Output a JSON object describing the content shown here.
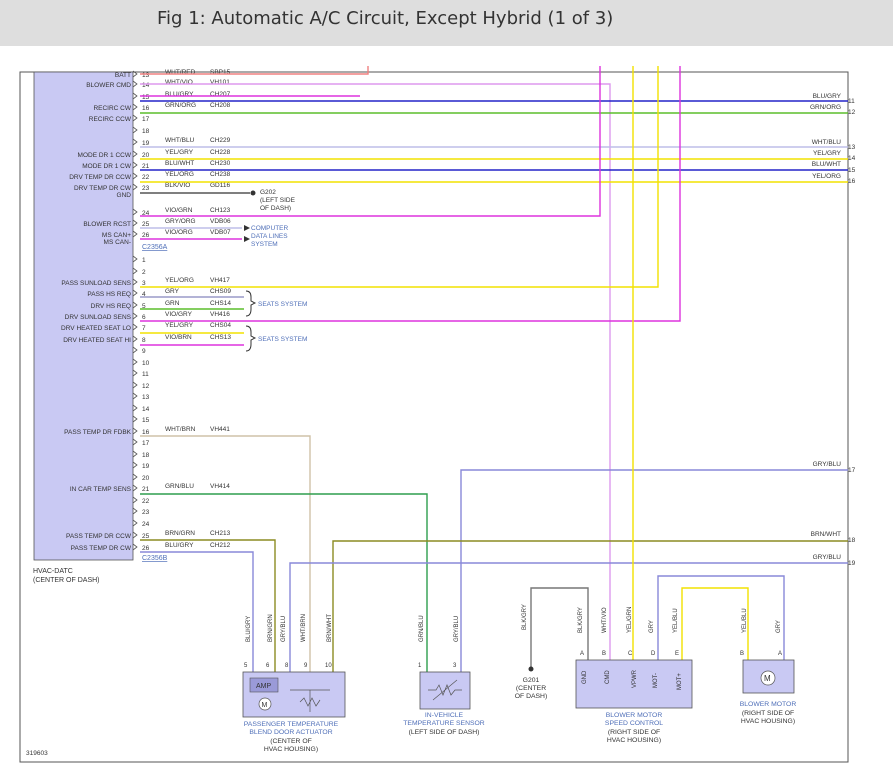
{
  "title": "Fig 1: Automatic A/C Circuit, Except Hybrid (1 of 3)",
  "figure_id": "319603",
  "colors": {
    "module_fill": "#c9c9f3",
    "frame": "#555555",
    "text": "#333333",
    "label_blue": "#4f6fb8",
    "salmon": "#f08080",
    "blue": "#2323c8",
    "green": "#5cbd2c",
    "lavender": "#bdbde8",
    "yellow": "#f2e200",
    "violet": "#dd33dd",
    "gray": "#9a9ac8",
    "tan": "#cfc2a8",
    "lavblue": "#8888d8",
    "olive": "#8c8c22",
    "dkgreen": "#2e9e4e",
    "dkgray": "#777777",
    "violet_light": "#dd99ee"
  },
  "module": {
    "name": "HVAC-DATC",
    "location": "(CENTER OF DASH)",
    "connector_a": "C2356A",
    "connector_b": "C2356B"
  },
  "pins": [
    {
      "num": "13",
      "func": "BATT",
      "wire": "WHT/RED",
      "circuit": "SBP15"
    },
    {
      "num": "14",
      "func": "BLOWER CMD",
      "wire": "WHT/VIO",
      "circuit": "VH101"
    },
    {
      "num": "15",
      "func": "",
      "wire": "BLU/GRY",
      "circuit": "CH207"
    },
    {
      "num": "16",
      "func": "RECIRC CW",
      "wire": "GRN/ORG",
      "circuit": "CH208"
    },
    {
      "num": "17",
      "func": "RECIRC CCW",
      "wire": "",
      "circuit": ""
    },
    {
      "num": "18",
      "func": "",
      "wire": "",
      "circuit": ""
    },
    {
      "num": "19",
      "func": "",
      "wire": "WHT/BLU",
      "circuit": "CH229"
    },
    {
      "num": "20",
      "func": "MODE DR 1 CCW",
      "wire": "YEL/GRY",
      "circuit": "CH228"
    },
    {
      "num": "21",
      "func": "MODE DR 1 CW",
      "wire": "BLU/WHT",
      "circuit": "CH230"
    },
    {
      "num": "22",
      "func": "DRV TEMP DR CCW",
      "wire": "YEL/ORG",
      "circuit": "CH238"
    },
    {
      "num": "23",
      "func": "DRV TEMP DR CW",
      "wire": "BLK/VIO",
      "circuit": "GD116"
    },
    {
      "num": "",
      "func": "GND",
      "wire": "",
      "circuit": ""
    },
    {
      "num": "24",
      "func": "",
      "wire": "VIO/GRN",
      "circuit": "CH123"
    },
    {
      "num": "25",
      "func": "BLOWER RCST",
      "wire": "GRY/ORG",
      "circuit": "VDB06"
    },
    {
      "num": "26",
      "func": "MS CAN+",
      "wire": "VIO/ORG",
      "circuit": "VDB07"
    },
    {
      "num": "",
      "func": "MS CAN-",
      "wire": "",
      "circuit": ""
    },
    {
      "num": "1",
      "func": "",
      "wire": "",
      "circuit": ""
    },
    {
      "num": "2",
      "func": "",
      "wire": "",
      "circuit": ""
    },
    {
      "num": "3",
      "func": "PASS SUNLOAD SENS",
      "wire": "YEL/ORG",
      "circuit": "VH417"
    },
    {
      "num": "4",
      "func": "PASS HS REQ",
      "wire": "GRY",
      "circuit": "CHS09"
    },
    {
      "num": "5",
      "func": "DRV HS REQ",
      "wire": "GRN",
      "circuit": "CHS14"
    },
    {
      "num": "6",
      "func": "DRV SUNLOAD SENS",
      "wire": "VIO/GRY",
      "circuit": "VH416"
    },
    {
      "num": "7",
      "func": "DRV HEATED SEAT LO",
      "wire": "YEL/GRY",
      "circuit": "CHS04"
    },
    {
      "num": "8",
      "func": "DRV HEATED SEAT HI",
      "wire": "VIO/BRN",
      "circuit": "CHS13"
    },
    {
      "num": "9",
      "func": "",
      "wire": "",
      "circuit": ""
    },
    {
      "num": "10",
      "func": "",
      "wire": "",
      "circuit": ""
    },
    {
      "num": "11",
      "func": "",
      "wire": "",
      "circuit": ""
    },
    {
      "num": "12",
      "func": "",
      "wire": "",
      "circuit": ""
    },
    {
      "num": "13",
      "func": "",
      "wire": "",
      "circuit": ""
    },
    {
      "num": "14",
      "func": "",
      "wire": "",
      "circuit": ""
    },
    {
      "num": "15",
      "func": "",
      "wire": "",
      "circuit": ""
    },
    {
      "num": "16",
      "func": "PASS TEMP DR FDBK",
      "wire": "WHT/BRN",
      "circuit": "VH441"
    },
    {
      "num": "17",
      "func": "",
      "wire": "",
      "circuit": ""
    },
    {
      "num": "18",
      "func": "",
      "wire": "",
      "circuit": ""
    },
    {
      "num": "19",
      "func": "",
      "wire": "",
      "circuit": ""
    },
    {
      "num": "20",
      "func": "",
      "wire": "",
      "circuit": ""
    },
    {
      "num": "21",
      "func": "IN CAR TEMP SENS",
      "wire": "GRN/BLU",
      "circuit": "VH414"
    },
    {
      "num": "22",
      "func": "",
      "wire": "",
      "circuit": ""
    },
    {
      "num": "23",
      "func": "",
      "wire": "",
      "circuit": ""
    },
    {
      "num": "24",
      "func": "",
      "wire": "",
      "circuit": ""
    },
    {
      "num": "25",
      "func": "PASS TEMP DR CCW",
      "wire": "BRN/GRN",
      "circuit": "CH213"
    },
    {
      "num": "26",
      "func": "PASS TEMP DR CW",
      "wire": "BLU/GRY",
      "circuit": "CH212"
    }
  ],
  "right_labels": [
    {
      "wire": "BLU/GRY",
      "ref": "11"
    },
    {
      "wire": "GRN/ORG",
      "ref": "12"
    },
    {
      "wire": "WHT/BLU",
      "ref": "13"
    },
    {
      "wire": "YEL/GRY",
      "ref": "14"
    },
    {
      "wire": "BLU/WHT",
      "ref": "15"
    },
    {
      "wire": "YEL/ORG",
      "ref": "16"
    },
    {
      "wire": "GRY/BLU",
      "ref": "17"
    },
    {
      "wire": "BRN/WHT",
      "ref": "18"
    },
    {
      "wire": "GRY/BLU",
      "ref": "19"
    }
  ],
  "annotations": {
    "g202": "G202",
    "g202_loc1": "(LEFT SIDE",
    "g202_loc2": "OF DASH)",
    "cdl1": "COMPUTER",
    "cdl2": "DATA LINES",
    "cdl3": "SYSTEM",
    "seats1": "SEATS SYSTEM",
    "seats2": "SEATS SYSTEM"
  },
  "components": {
    "blend": {
      "name1": "PASSENGER TEMPERATURE",
      "name2": "BLEND DOOR ACTUATOR",
      "loc1": "(CENTER OF",
      "loc2": "HVAC HOUSING)",
      "amp": "AMP",
      "motor": "M",
      "pins": [
        {
          "num": "5",
          "wire": "BLU/GRY"
        },
        {
          "num": "6",
          "wire": "BRN/GRN"
        },
        {
          "num": "8",
          "wire": "GRY/BLU"
        },
        {
          "num": "9",
          "wire": "WHT/BRN"
        },
        {
          "num": "10",
          "wire": "BRN/WHT"
        }
      ]
    },
    "invehicle": {
      "name1": "IN-VEHICLE",
      "name2": "TEMPERATURE SENSOR",
      "loc1": "(LEFT SIDE OF DASH)",
      "pins": [
        {
          "num": "1",
          "wire": "GRN/BLU"
        },
        {
          "num": "3",
          "wire": "GRY/BLU"
        }
      ]
    },
    "g201": {
      "name": "G201",
      "loc1": "(CENTER",
      "loc2": "OF DASH)",
      "wire": "BLK/GRY"
    },
    "speed": {
      "name1": "BLOWER MOTOR",
      "name2": "SPEED CONTROL",
      "loc1": "(RIGHT SIDE OF",
      "loc2": "HVAC HOUSING)",
      "pins": [
        {
          "letter": "A",
          "func": "GND",
          "wire": "BLK/GRY"
        },
        {
          "letter": "B",
          "func": "CMD",
          "wire": "WHT/VIO"
        },
        {
          "letter": "C",
          "func": "VPWR",
          "wire": "YEL/GRN"
        },
        {
          "letter": "D",
          "func": "MOT-",
          "wire": "GRY"
        },
        {
          "letter": "E",
          "func": "MOT+",
          "wire": "YEL/BLU"
        }
      ]
    },
    "motor": {
      "name1": "BLOWER MOTOR",
      "loc1": "(RIGHT SIDE OF",
      "loc2": "HVAC HOUSING)",
      "symbol": "M",
      "pins": [
        {
          "letter": "B",
          "wire": "YEL/BLU"
        },
        {
          "letter": "A",
          "wire": "GRY"
        }
      ]
    }
  }
}
